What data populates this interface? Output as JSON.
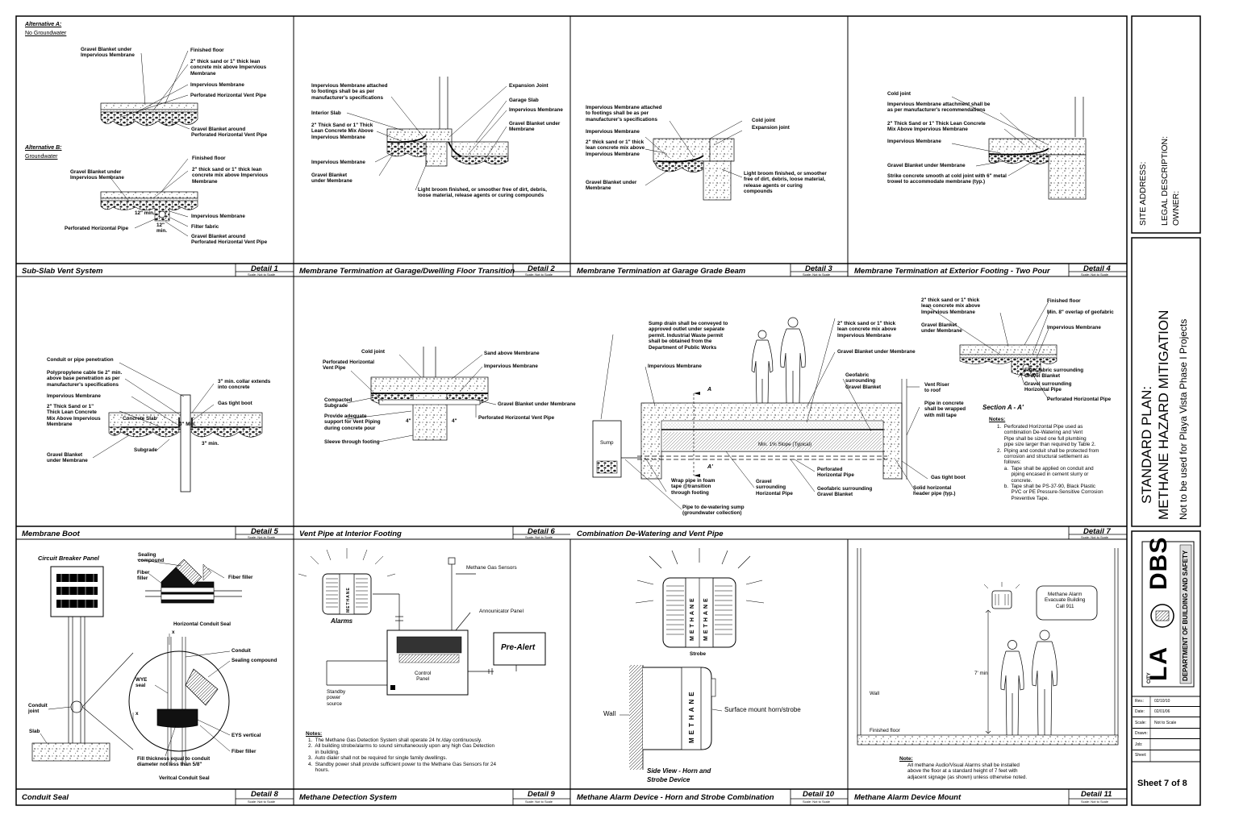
{
  "details": [
    {
      "title": "Sub-Slab Vent System",
      "number": "Detail 1",
      "scale": "Scale: Not to Scale"
    },
    {
      "title": "Membrane Termination at Garage/Dwelling Floor Transition",
      "number": "Detail 2",
      "scale": "Scale: Not to Scale"
    },
    {
      "title": "Membrane Termination at Garage Grade Beam",
      "number": "Detail 3",
      "scale": "Scale: Not to Scale"
    },
    {
      "title": "Membrane Termination at Exterior Footing - Two Pour",
      "number": "Detail 4",
      "scale": "Scale: Not to Scale"
    },
    {
      "title": "Membrane Boot",
      "number": "Detail 5",
      "scale": "Scale: Not to Scale"
    },
    {
      "title": "Vent Pipe at Interior Footing",
      "number": "Detail 6",
      "scale": "Scale: Not to Scale"
    },
    {
      "title": "Combination De-Watering and Vent Pipe",
      "number": "Detail 7",
      "scale": "Scale: Not to Scale"
    },
    {
      "title": "Conduit Seal",
      "number": "Detail 8",
      "scale": "Scale: Not to Scale"
    },
    {
      "title": "Methane Detection System",
      "number": "Detail 9",
      "scale": "Scale: Not to Scale"
    },
    {
      "title": "Methane Alarm Device - Horn and Strobe Combination",
      "number": "Detail 10",
      "scale": "Scale: Not to Scale"
    },
    {
      "title": "Methane Alarm Device Mount",
      "number": "Detail 11",
      "scale": "Scale: Not to Scale"
    }
  ],
  "d1": {
    "alt_a": "Alternative A:",
    "alt_a_sub": "No Groundwater",
    "alt_b": "Alternative B:",
    "alt_b_sub": "Groundwater",
    "a_gravel": "Gravel Blanket under\nImpervious Membrane",
    "a_floor": "Finished floor",
    "a_sand": "2\" thick sand or 1\" thick lean\nconcrete mix above Impervious\nMembrane",
    "a_memb": "Impervious Membrane",
    "a_pipe": "Perforated Horizontal Vent Pipe",
    "a_around": "Gravel Blanket around\nPerforated Horizontal Vent Pipe",
    "b_floor": "Finished floor",
    "b_gravel": "Gravel Blanket under\nImpervious Membrane",
    "b_sand": "2\" thick sand or 1\" thick lean\nconcrete mix above Impervious\nMembrane",
    "b_12min": "12\" min.",
    "b_memb": "Impervious Membrane",
    "b_filter": "Filter fabric",
    "b_12": "12\"\nmin.",
    "b_pipe": "Perforated Horizontal Pipe",
    "b_around": "Gravel Blanket around\nPerforated Horizontal Vent Pipe"
  },
  "d2": {
    "attach": "Impervious Membrane attached\nto footings shall be as per\nmanufacturer's specifications",
    "interior": "Interior Slab",
    "sand": "2\" Thick Sand or 1\" Thick\nLean Concrete Mix Above\nImpervious Membrane",
    "memb": "Impervious Membrane",
    "gravel": "Gravel Blanket\nunder Membrane",
    "exp": "Expansion Joint",
    "garage": "Garage Slab",
    "memb2": "Impervious Membrane",
    "gravel2": "Gravel Blanket under\nMembrane",
    "broom": "Light broom finished, or smoother free of dirt, debris,\nloose material, release agents or curing compounds"
  },
  "d3": {
    "attach": "Impervious Membrane attached\nto footings shall be as per\nmanufacturer's specifications",
    "memb": "Impervious Membrane",
    "sand": "2\" thick sand or 1\" thick\nlean concrete mix above\nImpervious Membrane",
    "gravel": "Gravel Blanket under\nMembrane",
    "cold": "Cold joint",
    "exp": "Expansion joint",
    "broom": "Light broom finished, or smoother\nfree of dirt, debris, loose material,\nrelease agents or curing\ncompounds"
  },
  "d4": {
    "cold": "Cold joint",
    "attach": "Impervious Membrane attachment shall be\nas per manufacturer's recommendations",
    "sand": "2\" Thick Sand or 1\" Thick Lean Concrete\nMix Above Impervious Membrane",
    "memb": "Impervious Membrane",
    "gravel": "Gravel Blanket under Membrane",
    "strike": "Strike concrete smooth at cold joint with 6\" metal\ntrowel to accommodate membrane (typ.)"
  },
  "d5": {
    "conduit": "Conduit or pipe penetration",
    "tie": "Polypropylene cable tie 2\" min.\nabove base penetration as per\nmanufacturer's specifications",
    "memb": "Impervious Membrane",
    "sand": "2\" Thick Sand or 1\"\nThick Lean Concrete\nMix Above Impervious\nMembrane",
    "slab": "Concrete Slab",
    "min3a": "3\" Min.",
    "collar": "3\" min. collar extends\ninto concrete",
    "boot": "Gas tight boot",
    "min3b": "3\" min.",
    "subgrade": "Subgrade",
    "gravel": "Gravel Blanket\nunder Membrane"
  },
  "d6": {
    "cold": "Cold joint",
    "vent": "Perforated Horizontal\nVent Pipe",
    "compacted": "Compacted\nSubgrade",
    "support": "Provide adequate\nsupport for Vent Piping\nduring concrete pour",
    "sleeve": "Sleeve through footing",
    "sand": "Sand above Membrane",
    "memb": "Impervious Membrane",
    "gravel": "Gravel Blanket under Membrane",
    "pipe": "Perforated Horizontal Vent Pipe",
    "four_a": "4\"",
    "four_b": "4\""
  },
  "d7": {
    "sump_note": "Sump drain shall be conveyed to\napproved outlet under separate\npermit. Industrial Waste permit\nshall be obtained from the\nDepartment of Public Works",
    "memb": "Impervious Membrane",
    "sand": "2\" thick sand or 1\" thick\nlean concrete mix above\nImpervious Membrane",
    "gravel": "Gravel Blanket under Membrane",
    "geofabric": "Geofabric\nsurrounding\nGravel Blanket",
    "riser": "Vent Riser\nto roof",
    "mill": "Pipe in concrete\nshall be wrapped\nwith mill tape",
    "slope": "Min. 1% Slope (Typical)",
    "sump": "Sump",
    "wrap": "Wrap pipe in foam\ntape @transition\nthrough footing",
    "gravel_h": "Gravel\nsurrounding\nHorizontal Pipe",
    "perf": "Perforated\nHorizontal Pipe",
    "geo2": "Geofabric surrounding\nGravel Blanket",
    "solid": "Solid horizontal\nheader pipe (typ.)",
    "gas_boot": "Gas tight boot",
    "dewater": "Pipe to de-watering sump\n(groundwater collection)",
    "A": "A",
    "A2": "A'",
    "s_sand": "2\" thick sand or 1\" thick\nlean concrete mix above\nImpervious Membrane",
    "s_floor": "Finished floor",
    "s_overlap": "Min. 8\" overlap of geofabric",
    "s_gravel": "Gravel Blanket\nunder Membrane",
    "s_memb": "Impervious Membrane",
    "s_filter": "Filter fabric surrounding\nGravel Blanket",
    "s_gravel2": "Gravel surrounding\nHorizontal Pipe",
    "s_pipe": "Perforated Horizontal Pipe",
    "section": "Section A - A'",
    "notes_h": "Notes:",
    "notes": "1.  Perforated Horizontal Pipe used as\n     combination De-Watering and Vent\n     Pipe shall be sized one full plumbing\n     pipe size larger than required by Table 2.\n2.  Piping and conduit shall be protected from\n     corrosion and structural settlement as\n     follows:\n     a.  Tape shall be applied on conduit and\n          piping encased in cement slurry or\n          concrete.\n     b.  Tape shall be PS-37-90, Black Plastic\n          PVC or PE Pressure-Sensitive Corrosion\n          Preventive Tape."
  },
  "d8": {
    "panel": "Circuit Breaker Panel",
    "sealing": "Sealing\ncompound",
    "fiber_a": "Fiber\nfiller",
    "fiber_b": "Fiber filler",
    "horiz": "Horizontal Conduit Seal",
    "x": "x",
    "conduit": "Conduit",
    "sealing2": "Sealing compound",
    "wye": "WYE\nseal",
    "conduit_joint": "Conduit\njoint",
    "slab": "Slab",
    "x2": "x",
    "eys": "EYS vertical",
    "fiber2": "Fiber filler",
    "fill": "Fill thickness equal to conduit\ndiameter not less than 5/8\"",
    "vert": "Veritcal Conduit Seal"
  },
  "d9": {
    "alarms": "Alarms",
    "sensors": "Methane Gas Sensors",
    "annunciator": "Announicator Panel",
    "prealert": "Pre-Alert",
    "control": "Control\nPanel",
    "standby": "Standby\npower\nsource",
    "notes_h": "Notes:",
    "notes": "1.  The Methane Gas Detection System shall operate 24 hr./day continuously.\n2.  All building strobe/alarms to sound simultaneously upon any high Gas Detection\n     in building.\n3.  Auto dialer shall not be required for single family dwellings.\n4.  Standby power shall provide sufficient power to the Methane Gas Sensors for 24\n     hours.",
    "methane": "METHANE"
  },
  "d10": {
    "strobe": "Strobe",
    "methane": "METHANE",
    "wall": "Wall",
    "surface": "Surface mount horn/strobe",
    "side": "Side View - Horn and\nStrobe Device"
  },
  "d11": {
    "sign": "Methane Alarm\nEvacuate Building\nCall 911",
    "seven": "7' min",
    "wall": "Wall",
    "floor": "Finished floor",
    "notes_h": "Note:",
    "notes": "All methane Audio/Visual Alarms shall be installed\nabove the floor at a standard height of 7 feet with\nadjacent signage (as shown) unless otherwise noted."
  },
  "titleblock": {
    "site": "SITE ADDRESS:",
    "legal": "LEGAL DESCRIPTION:",
    "owner": "OWNER:",
    "plan": "STANDARD PLAN:",
    "mitigation": "METHANE HAZARD MITIGATION",
    "playa": "Not to be used for Playa Vista Phase I Projects",
    "logo_city": "CITY",
    "logo_la": "LA",
    "logo_dbs": "DBS",
    "logo_dept": "DEPARTMENT OF BUILDING AND SAFETY",
    "rows": [
      {
        "label": "Rev.:",
        "value": "02/10/10"
      },
      {
        "label": "Date:",
        "value": "02/01/06"
      },
      {
        "label": "Scale:",
        "value": "Not to Scale"
      },
      {
        "label": "Drawn:",
        "value": ""
      },
      {
        "label": "Job:",
        "value": ""
      },
      {
        "label": "Sheet:",
        "value": ""
      }
    ],
    "sheet": "Sheet 7 of 8"
  }
}
